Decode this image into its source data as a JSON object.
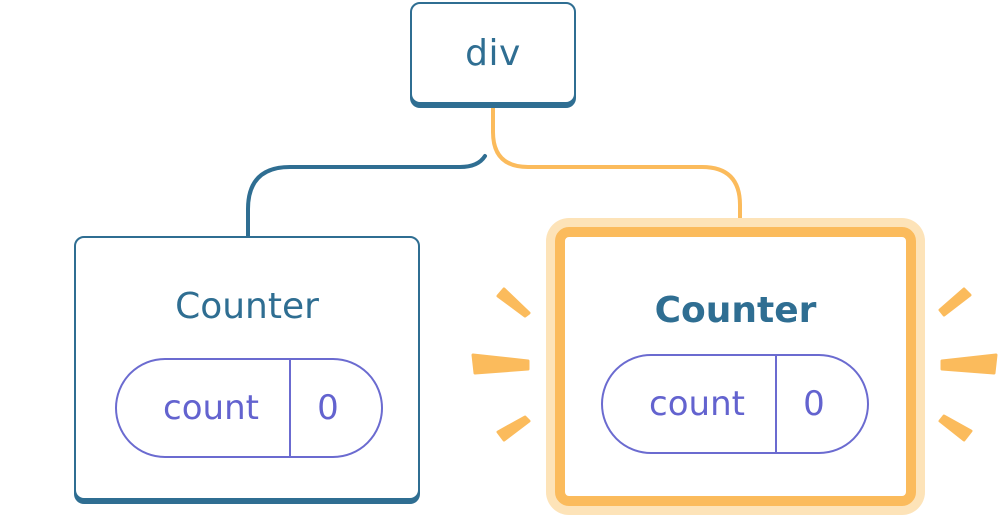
{
  "root": {
    "label": "div"
  },
  "children": [
    {
      "title": "Counter",
      "state": {
        "name": "count",
        "value": "0"
      }
    },
    {
      "title": "Counter",
      "state": {
        "name": "count",
        "value": "0"
      }
    }
  ],
  "colors": {
    "structure": "#2f6e92",
    "state": "#6b6bd0",
    "highlight": "#fbbb5c",
    "highlight_glow": "#fde3b8"
  },
  "icons": [
    "highlight-burst-icon"
  ]
}
